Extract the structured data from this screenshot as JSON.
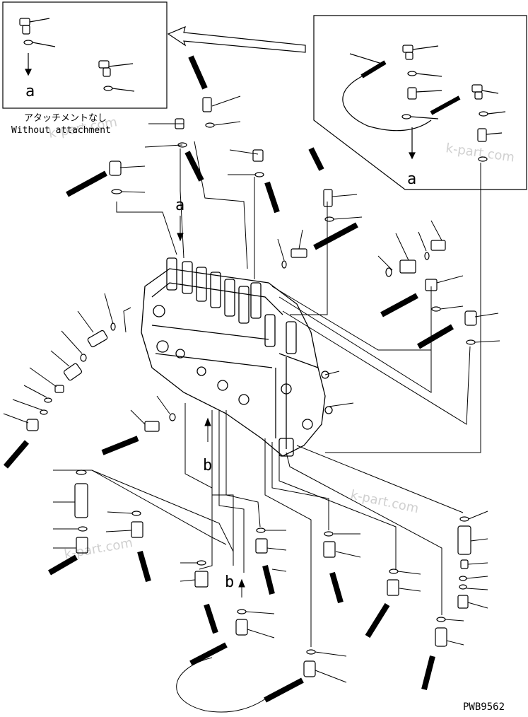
{
  "inset_note_jp": "アタッチメントなし",
  "inset_note_en": "Without attachment",
  "view_marker_a": "a",
  "view_marker_b": "b",
  "drawing_number": "PWB9562",
  "watermark": "k-part.com",
  "colors": {
    "line": "#000000",
    "watermark": "#d0d0d0",
    "background": "#ffffff"
  }
}
